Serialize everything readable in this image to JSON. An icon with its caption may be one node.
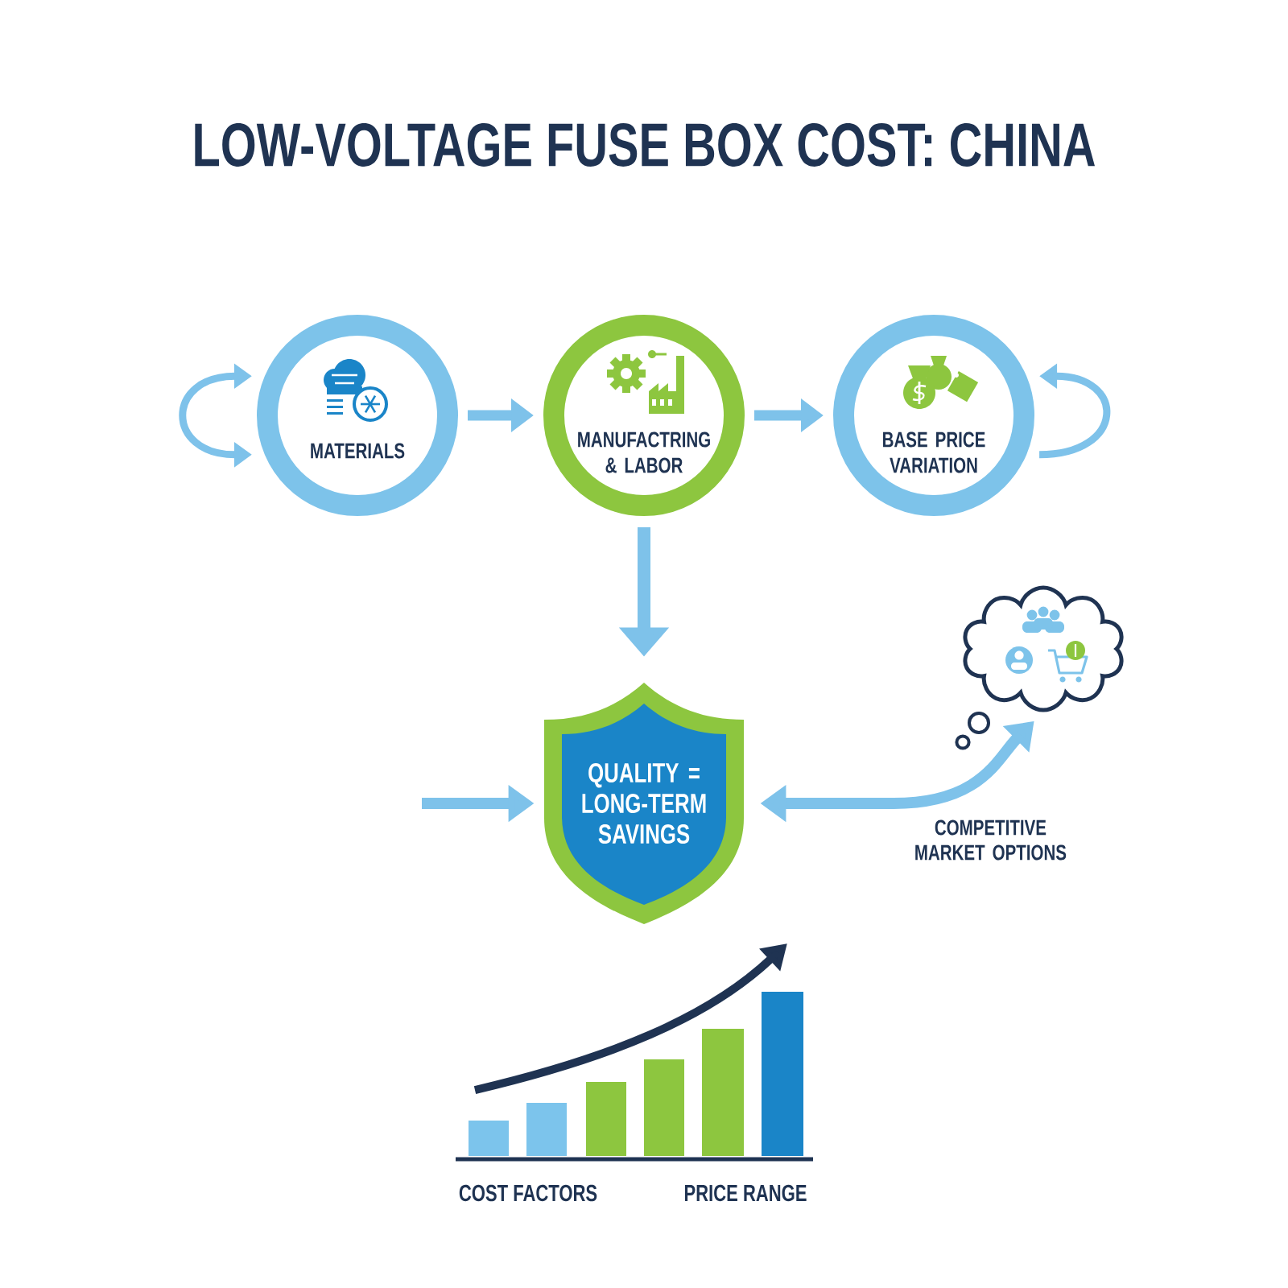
{
  "diagram": {
    "title": "LOW-VOLTAGE FUSE BOX COST: CHINA",
    "nodes": [
      {
        "text": [
          "MATERIALS"
        ]
      },
      {
        "text": [
          "MANUFACTRING & LABOR"
        ]
      },
      {
        "text": [
          "BASE PRICE VARIATION"
        ]
      },
      {
        "text": [],
        "shape": "cloud"
      },
      {
        "text": [
          "QUALITY = LONG-TERM SAVINGS"
        ]
      },
      {
        "text": [
          "COMPETITIVE MARKET OPTIONS"
        ]
      }
    ],
    "edges": [
      {
        "from": 0,
        "to": 0,
        "arrow": "both"
      },
      {
        "from": 0,
        "to": 1,
        "arrow": "to"
      },
      {
        "from": 1,
        "to": 2,
        "arrow": "to"
      },
      {
        "from": 2,
        "to": 2,
        "arrow": "to"
      },
      {
        "from": 1,
        "to": 4,
        "arrow": "to"
      },
      {
        "from": null,
        "to": 4,
        "arrow": "to"
      },
      {
        "from": 5,
        "to": 4,
        "arrow": "to"
      },
      {
        "from": 5,
        "to": 3,
        "arrow": "to"
      }
    ],
    "labels": [
      "COST FACTORS",
      "PRICE RANGE"
    ]
  }
}
